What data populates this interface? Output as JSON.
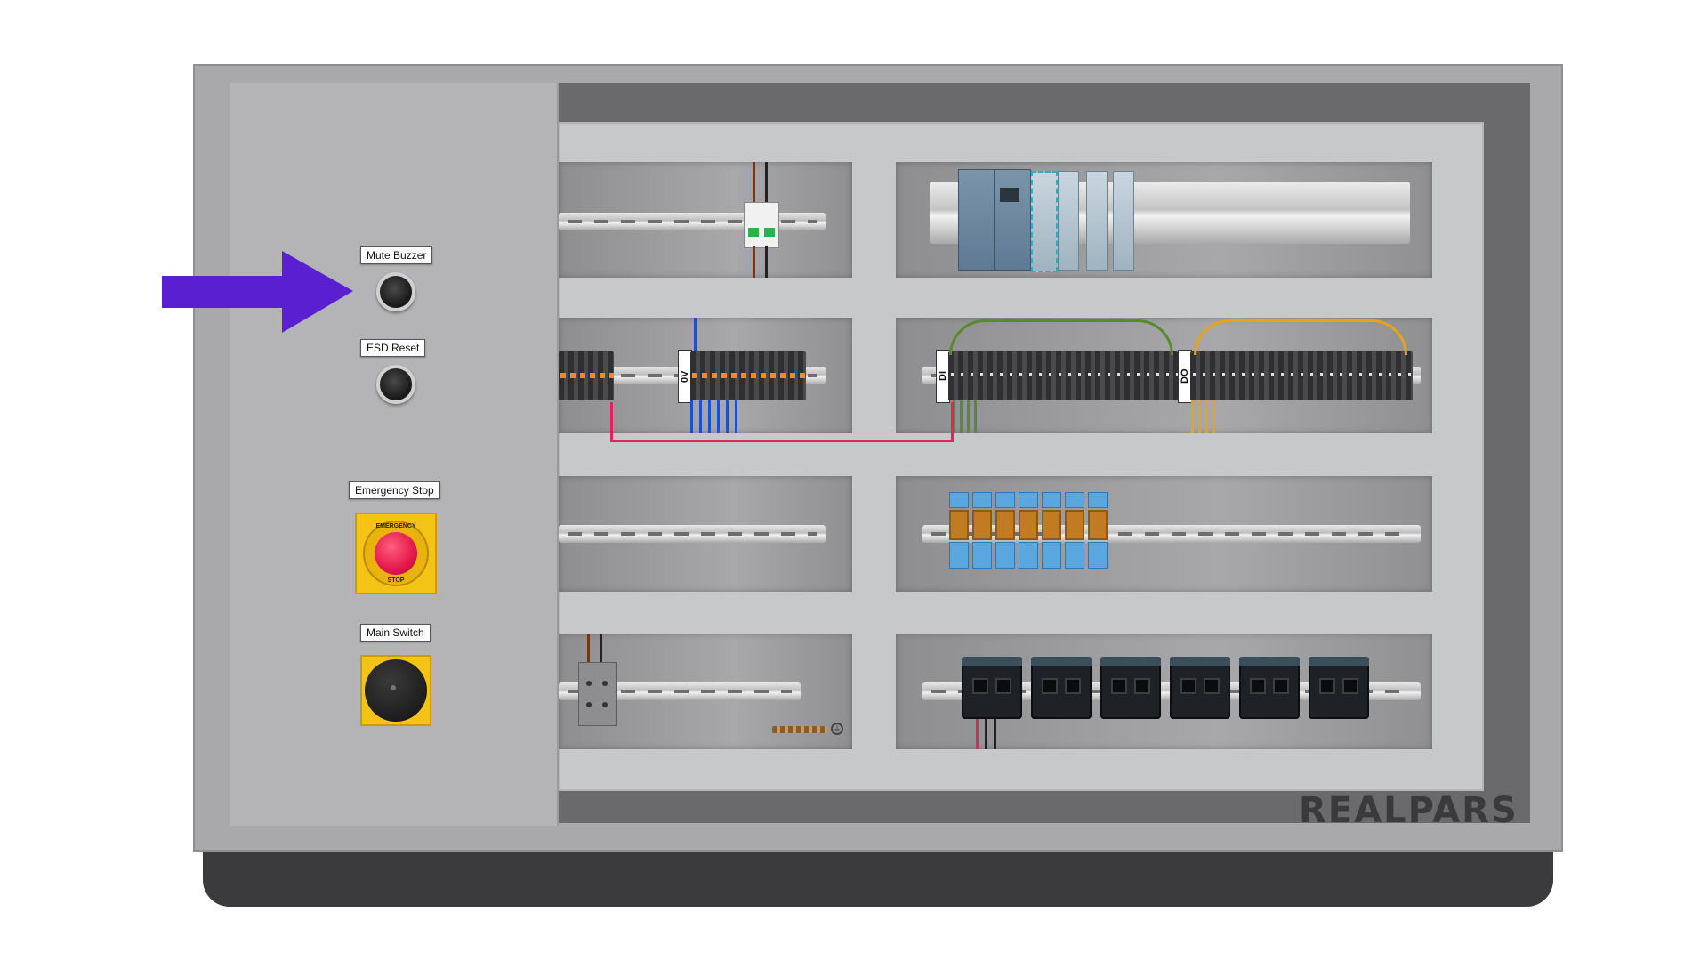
{
  "door_panel": {
    "mute_buzzer_label": "Mute Buzzer",
    "esd_reset_label": "ESD Reset",
    "emergency_stop_label": "Emergency Stop",
    "emergency_stop_plate_top": "EMERGENCY",
    "emergency_stop_plate_bottom": "STOP",
    "main_switch_label": "Main Switch"
  },
  "terminal_tags": {
    "zero_volt": "0V",
    "digital_input": "DI",
    "digital_output": "DO"
  },
  "logo": {
    "text": "REALPARS"
  },
  "colors": {
    "arrow": "#5a1fd1",
    "emergency_stop_button": "#e3174a",
    "plate_yellow": "#f3c315",
    "wire_red": "#e0245e",
    "wire_blue": "#1f4fd1",
    "wire_green": "#5a8a2e",
    "wire_orange": "#e8a317"
  },
  "icons": {
    "indicator": "arrow-right-icon",
    "ground": "ground-icon"
  }
}
